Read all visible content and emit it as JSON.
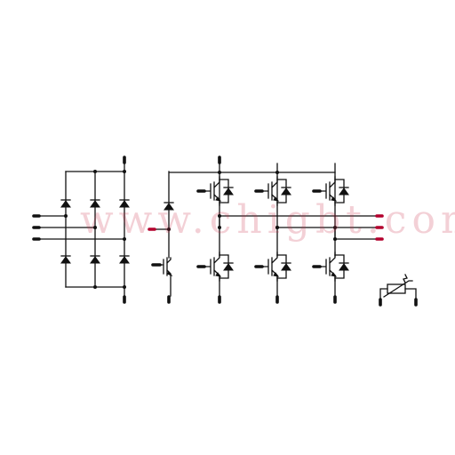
{
  "watermark": {
    "text": "www.chigbt.com"
  },
  "diagram": {
    "title": "",
    "colors": {
      "line": "#111111",
      "accent_terminal": "#b3002d",
      "watermark": "#c82846"
    },
    "blocks": [
      {
        "id": "rectifier",
        "kind": "three-phase diode bridge",
        "diodes": 6,
        "inputs": 3
      },
      {
        "id": "brake-chopper",
        "kind": "brake IGBT with diode",
        "switches": 1
      },
      {
        "id": "inverter",
        "kind": "three-phase IGBT inverter",
        "switches": 6,
        "outputs": 3
      },
      {
        "id": "ntc",
        "kind": "NTC thermistor"
      }
    ]
  }
}
